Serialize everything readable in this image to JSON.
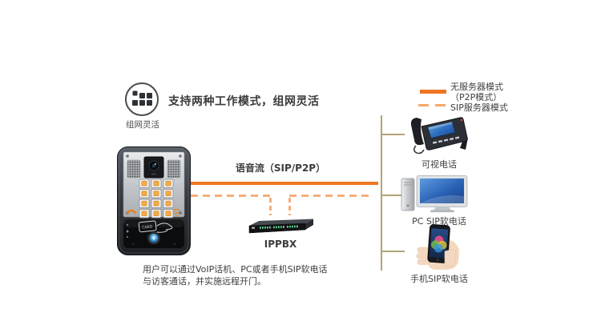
{
  "feature": {
    "caption": "组网灵活",
    "title": "支持两种工作模式，组网灵活"
  },
  "legend": {
    "p2p": {
      "label_line1": "无服务器模式",
      "label_line2": "（P2P模式）"
    },
    "sip": {
      "label": "SIP服务器模式"
    }
  },
  "diagram": {
    "flow_label": "语音流（SIP/P2P）",
    "ippbx_label": "IPPBX",
    "door_phone_card_text": "CARD",
    "devices": {
      "video_phone": "可视电话",
      "pc_softphone": "PC SIP软电话",
      "mobile_softphone": "手机SIP软电话"
    }
  },
  "description": {
    "line1": "用户可以通过VoIP话机、PC或者手机SIP软电话",
    "line2": "与访客通话，并实施远程开门。"
  },
  "colors": {
    "p2p_line": "#EE7623",
    "sip_line": "#F7AE79",
    "branch_line": "#B1A475"
  }
}
